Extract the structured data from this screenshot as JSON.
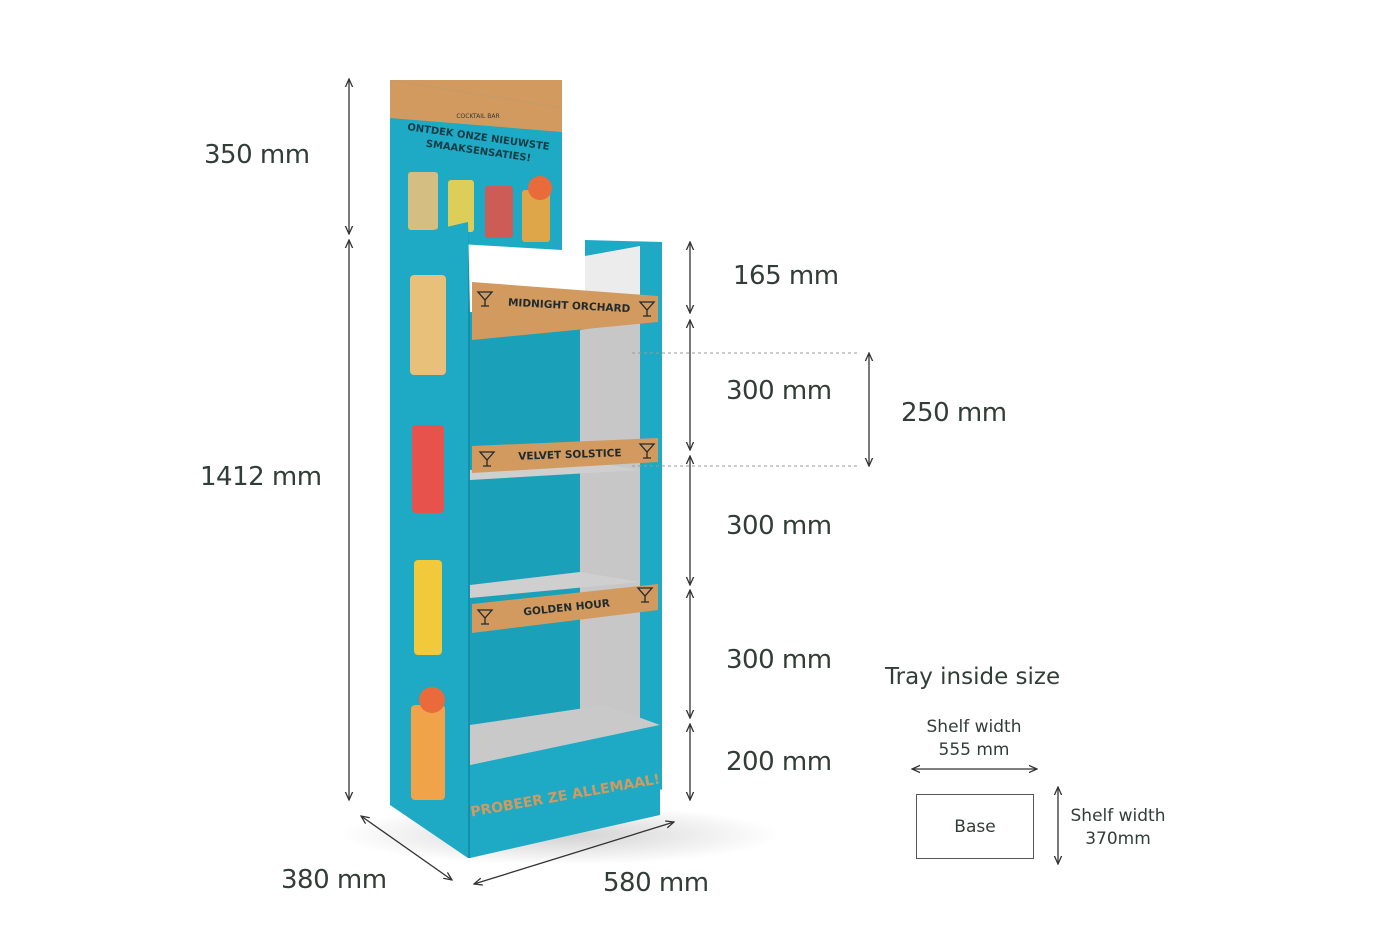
{
  "display": {
    "header_brand": "COCKTAIL BAR",
    "header_headline_1": "ONTDEK ONZE NIEUWSTE",
    "header_headline_2": "SMAAKSENSATIES!",
    "shelves": [
      "MIDNIGHT ORCHARD",
      "VELVET SOLSTICE",
      "GOLDEN HOUR"
    ],
    "base_slogan": "PROBEER ZE ALLEMAAL!"
  },
  "dimensions": {
    "header_height": "350 mm",
    "body_height": "1412 mm",
    "top_gap": "165 mm",
    "shelf_gap_1": "300 mm",
    "shelf_gap_2": "300 mm",
    "shelf_gap_3": "300 mm",
    "base_height": "200 mm",
    "usable_height": "250 mm",
    "depth": "380 mm",
    "width": "580 mm"
  },
  "tray": {
    "title": "Tray inside size",
    "width_label": "Shelf width",
    "width_value": "555 mm",
    "depth_label": "Shelf width",
    "depth_value": "370mm",
    "base_label": "Base"
  },
  "colors": {
    "teal": "#1ea9c4",
    "teal_dark": "#1590aa",
    "kraft": "#d39a5f",
    "grey_panel": "#c9c9c9",
    "text": "#333d37"
  }
}
